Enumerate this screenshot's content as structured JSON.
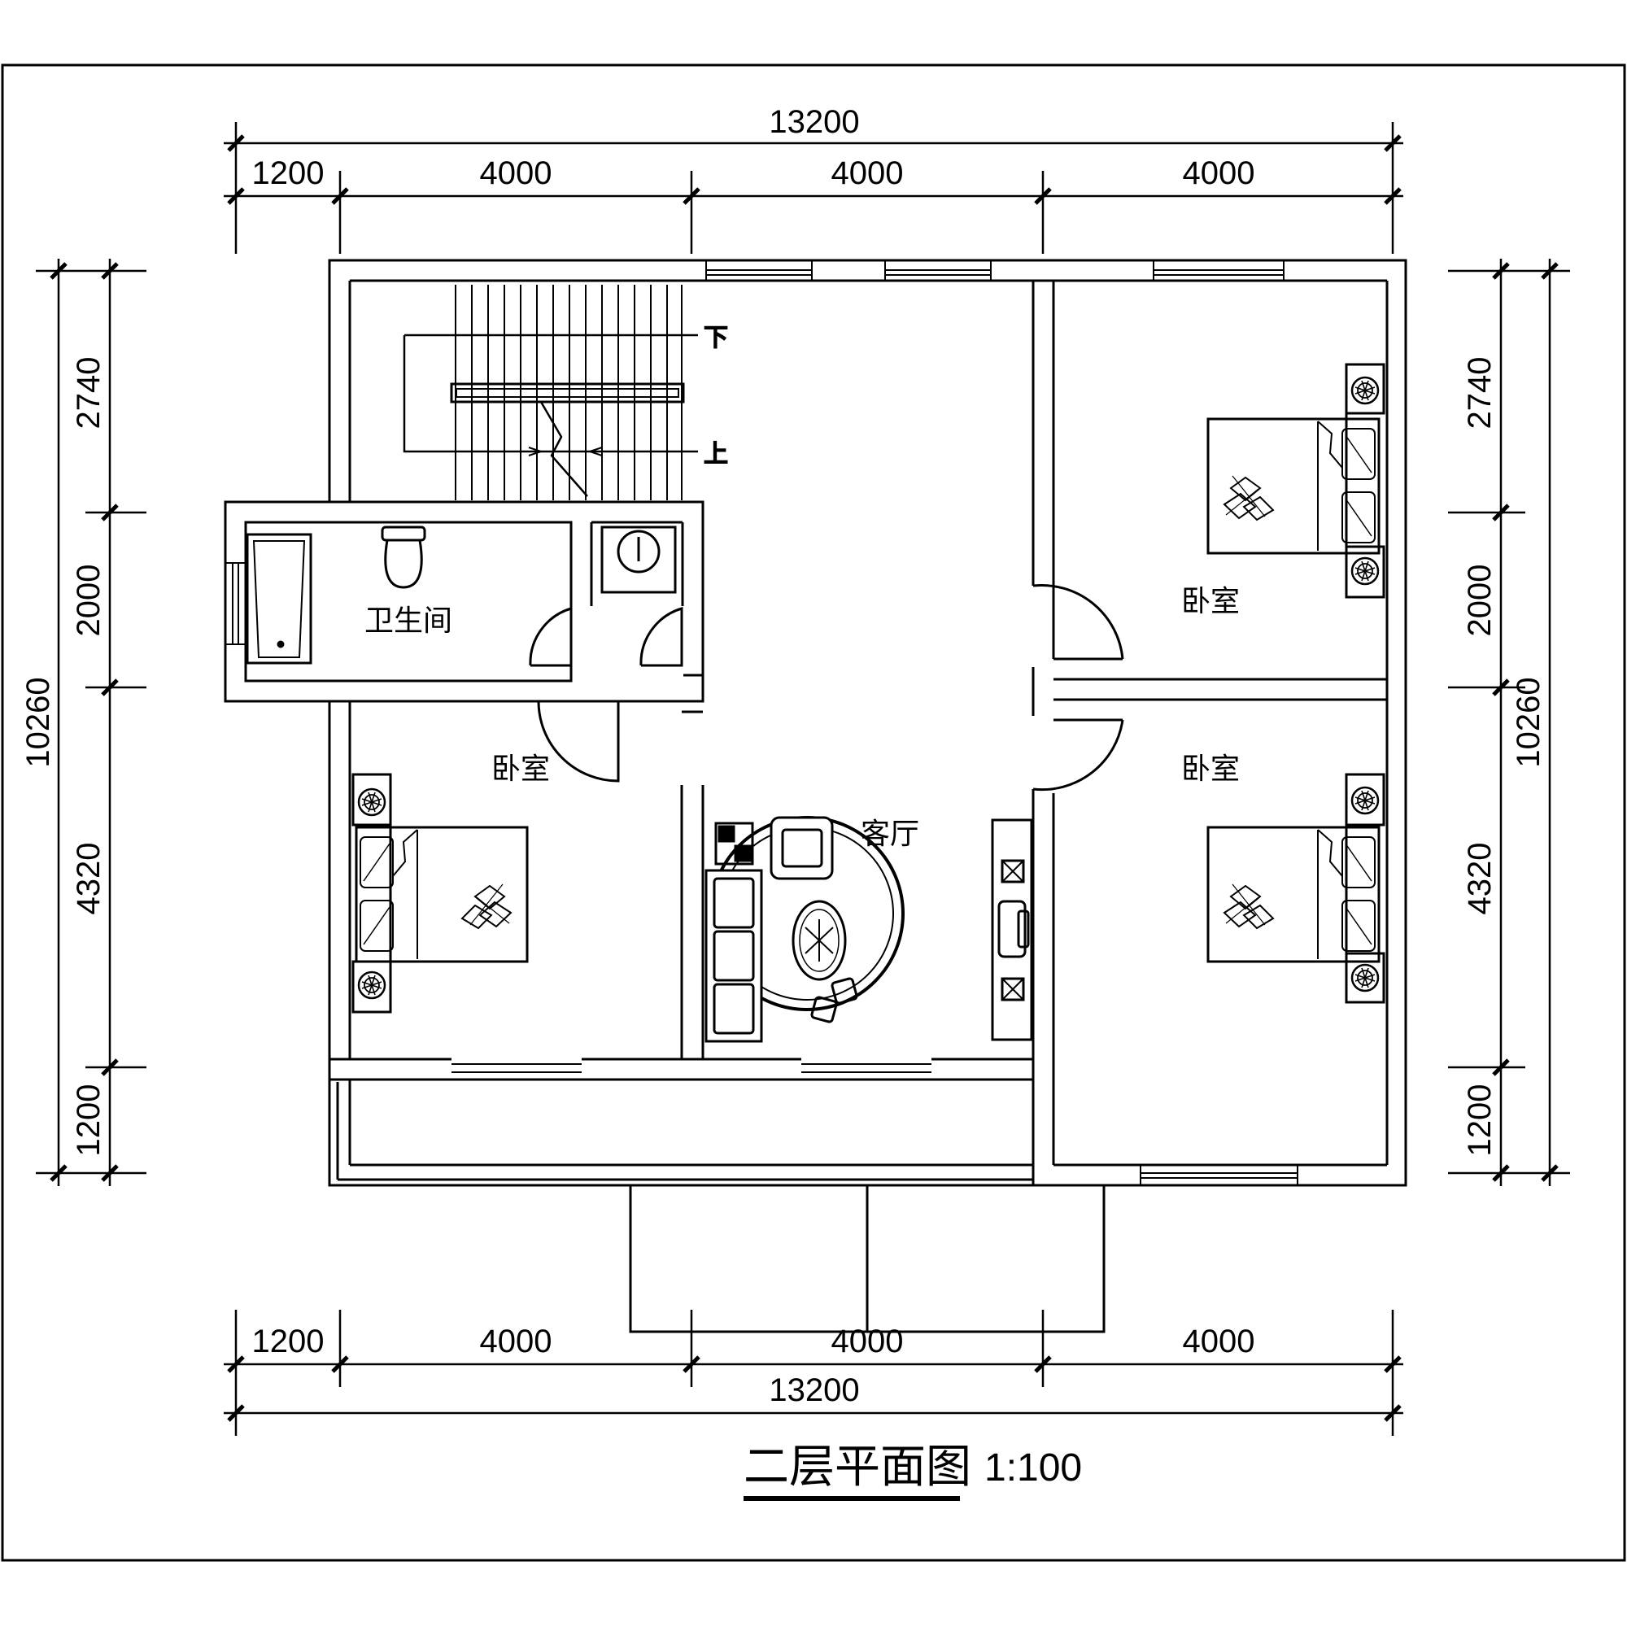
{
  "drawing": {
    "title": "二层平面图",
    "scale": "1:100",
    "stroke_color": "#000000",
    "background_color": "#ffffff"
  },
  "dimensions": {
    "top_total": "13200",
    "top_segments": [
      "1200",
      "4000",
      "4000",
      "4000"
    ],
    "bottom_total": "13200",
    "bottom_segments": [
      "1200",
      "4000",
      "4000",
      "4000"
    ],
    "left_total": "10260",
    "left_segments": [
      "2740",
      "2000",
      "4320",
      "1200"
    ],
    "right_total": "10260",
    "right_segments": [
      "2740",
      "2000",
      "4320",
      "1200"
    ]
  },
  "rooms": {
    "bathroom": "卫生间",
    "bedroom_left": "卧室",
    "living_room": "客厅",
    "bedroom_right_top": "卧室",
    "bedroom_right_bottom": "卧室"
  },
  "stair": {
    "down": "下",
    "up": "上"
  },
  "fixtures": [
    "bathtub",
    "toilet",
    "washbasin",
    "double-bed",
    "nightstand-lamp",
    "sofa",
    "armchair",
    "coffee-table",
    "tv-cabinet",
    "window",
    "swing-door"
  ]
}
